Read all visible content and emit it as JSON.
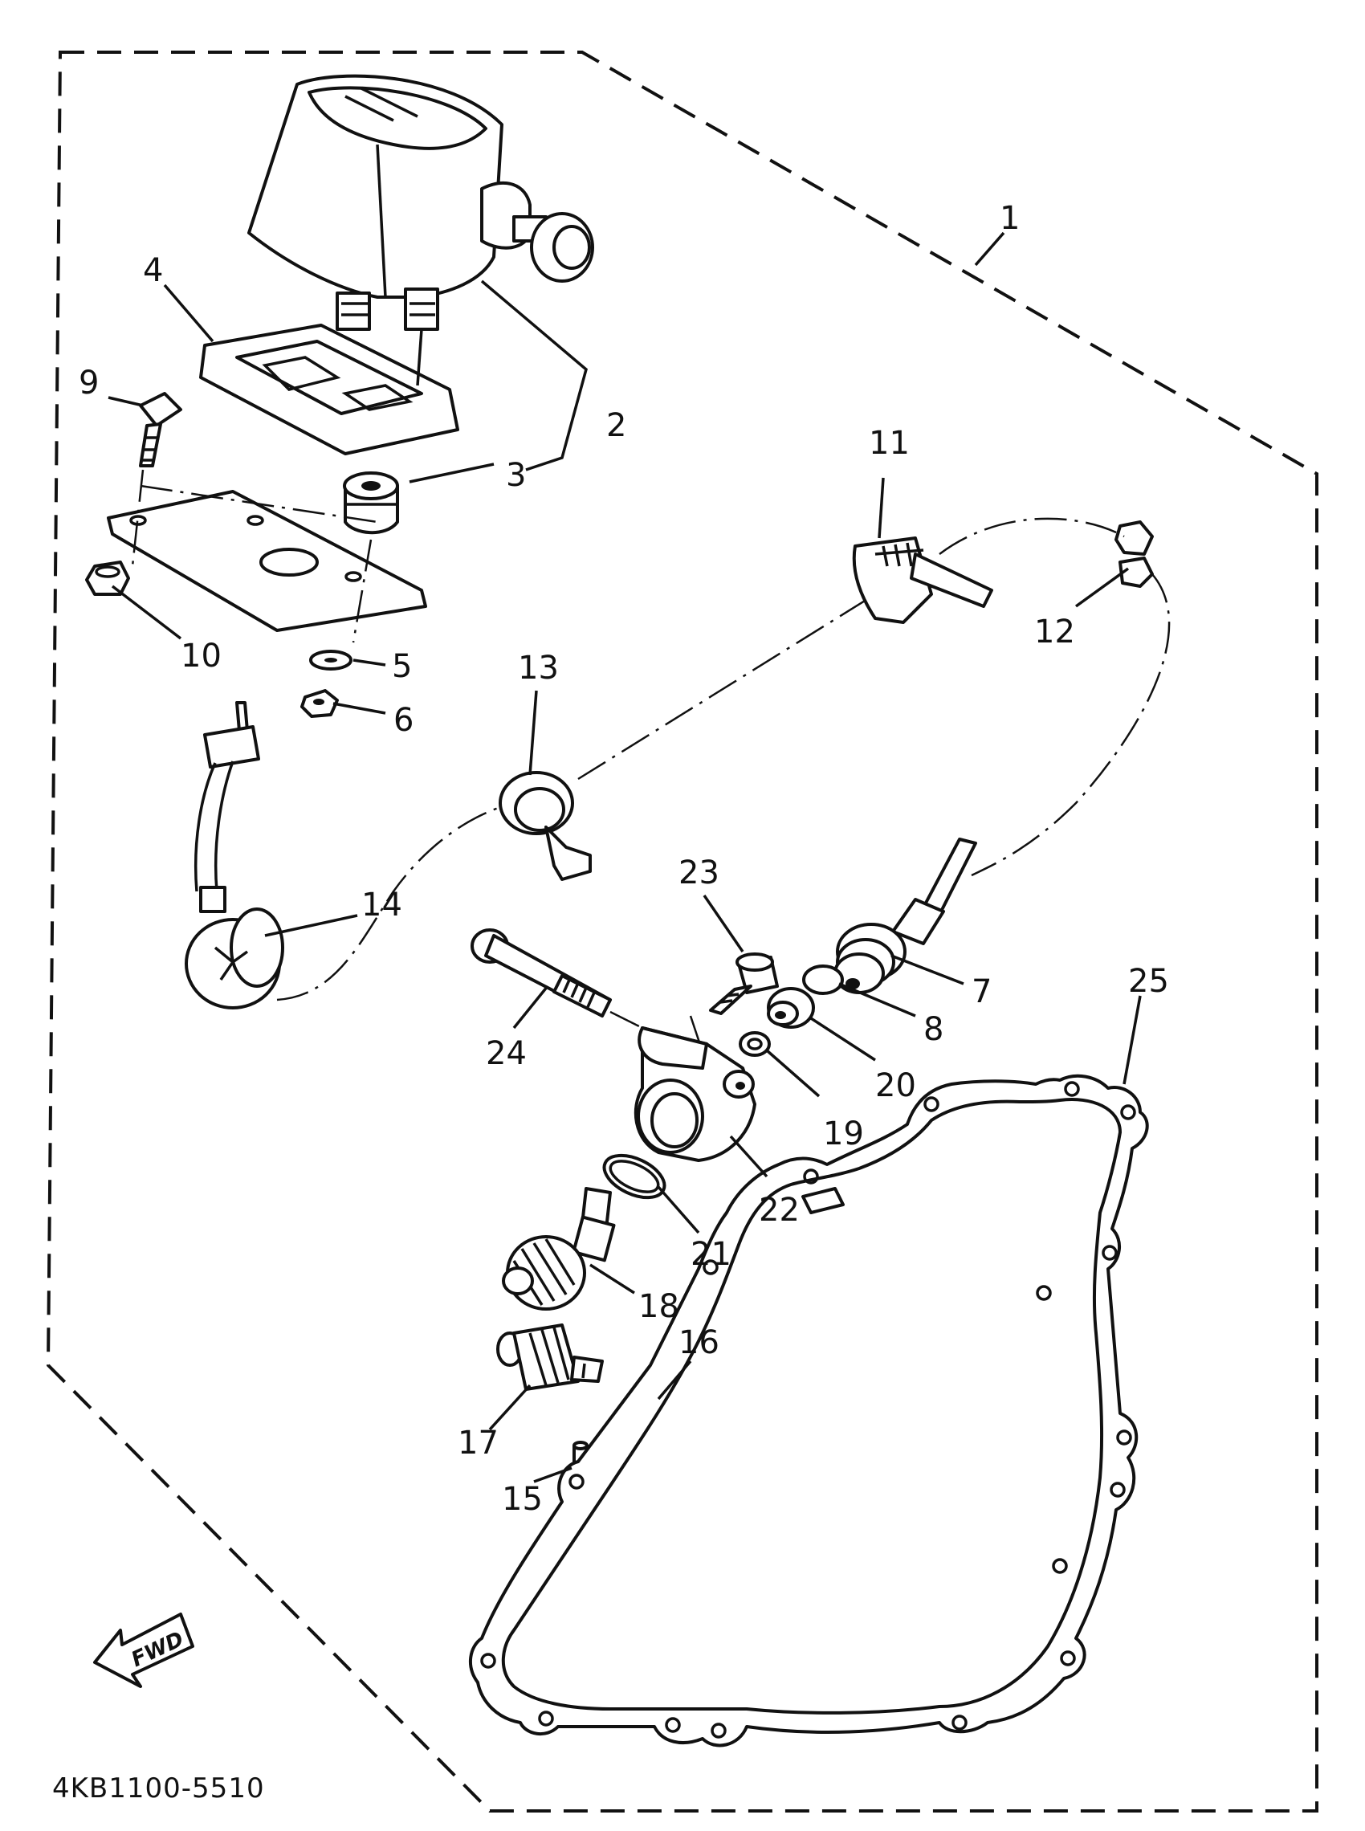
{
  "diagram": {
    "part_numbers": [
      "1",
      "2",
      "3",
      "4",
      "5",
      "6",
      "7",
      "8",
      "9",
      "10",
      "11",
      "12",
      "13",
      "14",
      "15",
      "16",
      "17",
      "18",
      "19",
      "20",
      "21",
      "22",
      "23",
      "24",
      "25"
    ],
    "drawing_code": "4KB1100-5510",
    "direction_label": "FWD"
  }
}
